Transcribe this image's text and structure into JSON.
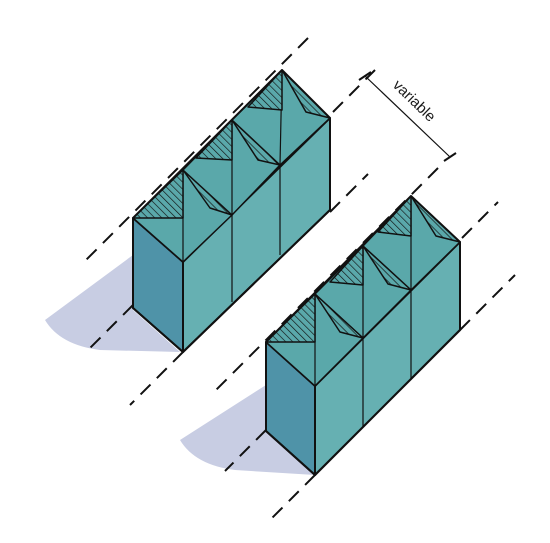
{
  "diagram": {
    "dimension_label": "variable",
    "colors": {
      "roof": "#5aa8aa",
      "front_face": "#66b0b2",
      "side_face": "#4f93a8",
      "shadow": "#c8cde3",
      "line": "#111111"
    },
    "rows": [
      {
        "id": "row-upper-left",
        "units": 3
      },
      {
        "id": "row-lower-right",
        "units": 3
      }
    ]
  }
}
